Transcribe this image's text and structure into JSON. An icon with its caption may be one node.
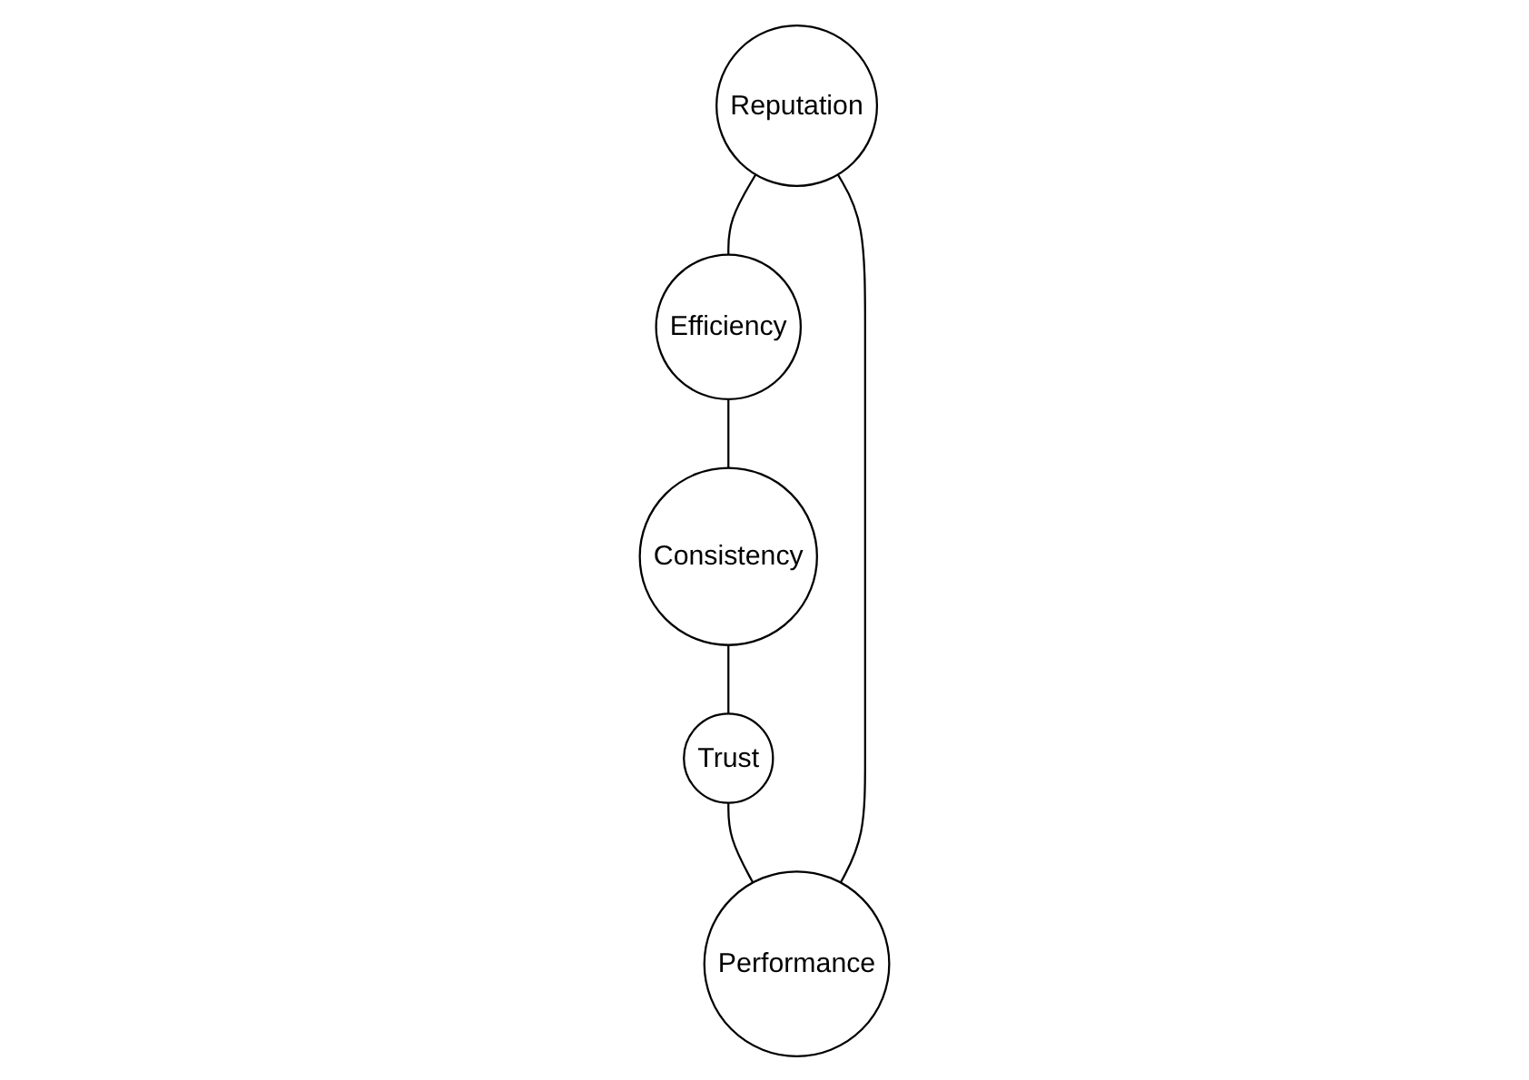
{
  "diagram": {
    "nodes": [
      {
        "text": [
          "Reputation"
        ]
      },
      {
        "text": [
          "Efficiency"
        ]
      },
      {
        "text": [
          "Performance"
        ]
      },
      {
        "text": [
          "Consistency"
        ]
      },
      {
        "text": [
          "Trust"
        ]
      }
    ],
    "edges": [
      {
        "from": 0,
        "to": 1,
        "arrow": "none"
      },
      {
        "from": 1,
        "to": 3,
        "arrow": "none"
      },
      {
        "from": 3,
        "to": 4,
        "arrow": "none"
      },
      {
        "from": 4,
        "to": 2,
        "arrow": "none"
      },
      {
        "from": 2,
        "to": 0,
        "arrow": "none"
      }
    ]
  }
}
